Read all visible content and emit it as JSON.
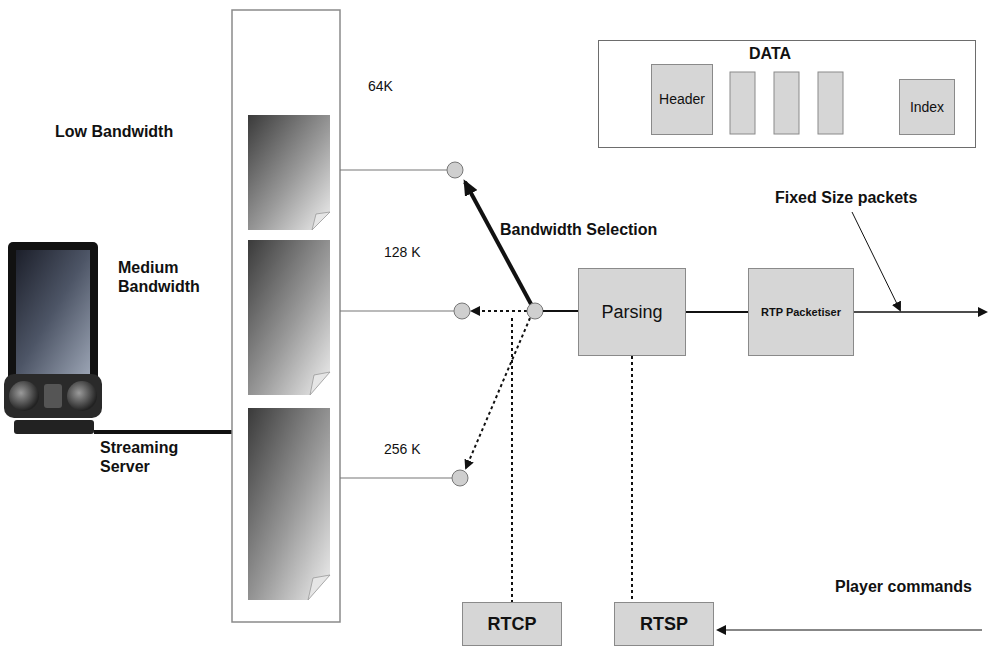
{
  "diagram": {
    "nodes": [
      {
        "text": [
          "DATA"
        ]
      },
      {
        "text": [
          "Header"
        ],
        "in": 0
      },
      {
        "text": [
          "Index"
        ],
        "in": 0
      },
      {
        "text": [
          "Parsing"
        ]
      },
      {
        "text": [
          "RTP Packetiser"
        ]
      },
      {
        "text": [
          "RTCP"
        ]
      },
      {
        "text": [
          "RTSP"
        ]
      }
    ],
    "edges": [
      {
        "from": 3,
        "to": 4,
        "arrow": "none"
      },
      {
        "from": 3,
        "to": 6,
        "arrow": "none"
      }
    ],
    "labels": [
      "Low Bandwidth",
      "Medium Bandwidth",
      "Streaming Server",
      "64K",
      "128 K",
      "256 K",
      "Bandwidth Selection",
      "Fixed Size packets",
      "Player commands"
    ]
  }
}
